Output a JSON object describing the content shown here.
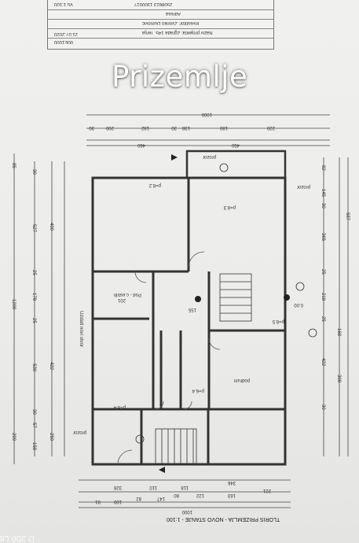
{
  "heading": "Prizemlje",
  "title_block": {
    "rows": [
      "Vu 1:100",
      "2508613 130001?",
      "Adresa",
      "Investitor: Zvonko Dumović",
      "Naziv projekta: Zgrada 145. Tenja",
      "21.07.2020",
      "00E1000"
    ]
  },
  "plan": {
    "labels": {
      "top_total": "1000",
      "bottom_total": "1000",
      "left_total": "1200",
      "top_dims": [
        "30",
        "200",
        "182",
        "30",
        "138",
        "180",
        "220"
      ],
      "top_dims2": [
        "460",
        "450"
      ],
      "left_dims": [
        "85",
        "30",
        "527",
        "400",
        "25",
        "178",
        "25",
        "530",
        "422",
        "30",
        "57",
        "158",
        "250",
        "290"
      ],
      "right_dims": [
        "82",
        "587",
        "145",
        "30",
        "365",
        "25",
        "218",
        "25",
        "168",
        "422",
        "308",
        "30"
      ],
      "bottom_dims": [
        "221",
        "163",
        "122",
        "80",
        "147",
        "82",
        "100",
        "91",
        "346",
        "328",
        "110",
        "118"
      ],
      "rooms": [
        "p=8.2",
        "Pod - c.estrih",
        "201",
        "155",
        "p=8.3",
        "0.00",
        "p=8.4",
        "podrum",
        "p=6.4",
        "p=8.5"
      ],
      "side_notes": [
        "prozor",
        "prozor",
        "prozor",
        "Uzidati novi otvor"
      ]
    }
  },
  "footer": "TLORIS PRIZEMLJA - NOVO STANJE - 1:100",
  "bottom_left": "D 200 Lit"
}
